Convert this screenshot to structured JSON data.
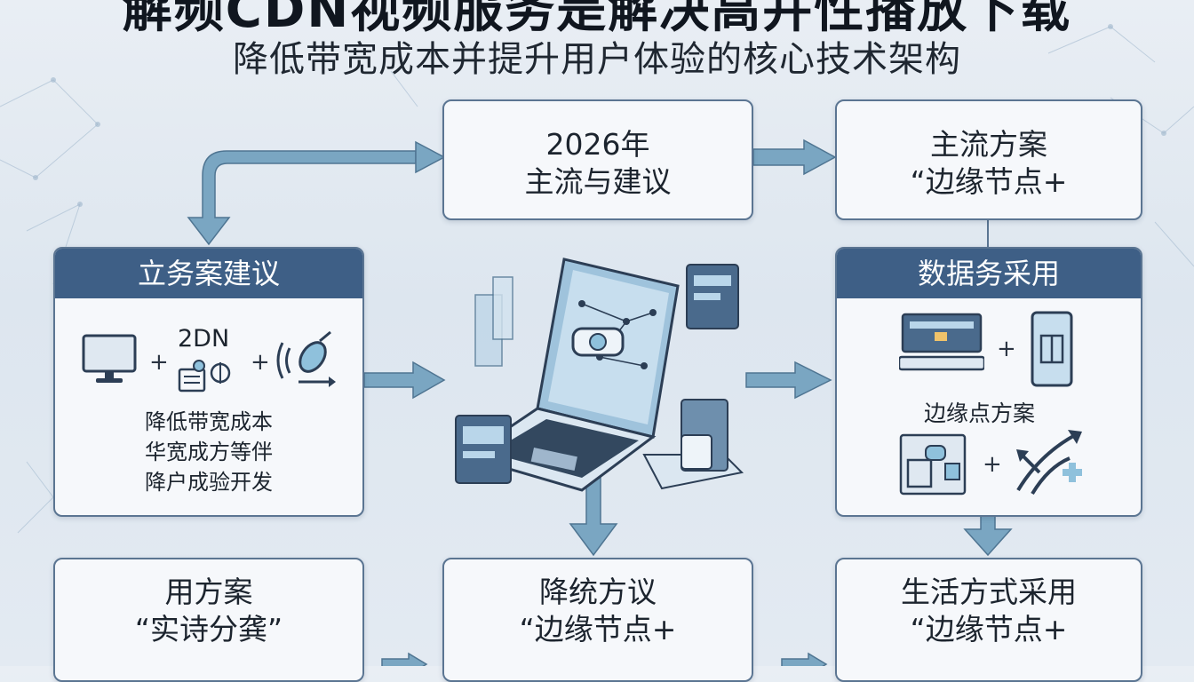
{
  "header": {
    "title": "解频CDN视频服务是解决高并性播放下载",
    "subtitle": "降低带宽成本并提升用户体验的核心技术架构"
  },
  "nodes": {
    "top_center": {
      "line1": "2026年",
      "line2": "主流与建议"
    },
    "top_right": {
      "line1": "主流方案",
      "line2": "“边缘节点+"
    },
    "left_panel": {
      "header": "立务案建议",
      "icon_label": "2DN",
      "lines": [
        "降低带宽成本",
        "华宽成方等伴",
        "降户成验开发"
      ]
    },
    "right_panel": {
      "header": "数据务采用",
      "sub_label": "边缘点方案"
    },
    "bottom_left": {
      "line1": "用方案",
      "line2": "“实诗分龚”"
    },
    "bottom_center": {
      "line1": "降统方议",
      "line2": "“边缘节点+"
    },
    "bottom_right": {
      "line1": "生活方式采用",
      "line2": "“边缘节点+"
    }
  },
  "symbols": {
    "plus": "+"
  },
  "icons": [
    "monitor-icon",
    "person-document-icon",
    "satellite-signal-icon",
    "laptop-network-icon",
    "server-icon",
    "mobile-device-icon",
    "flowchart-icon",
    "arrows-plus-icon"
  ],
  "colors": {
    "panel_header": "#3e5f86",
    "arrow": "#7aa6c2",
    "border": "#5b7592"
  }
}
